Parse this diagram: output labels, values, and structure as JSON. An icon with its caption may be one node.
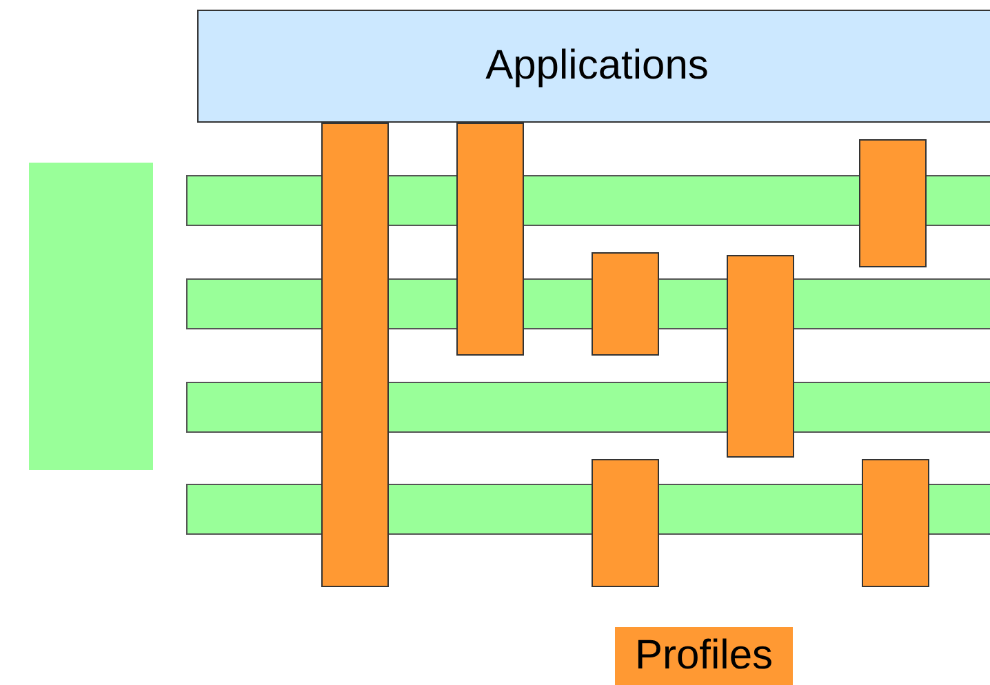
{
  "diagram": {
    "nodes": [
      {
        "text": [
          "Applications"
        ]
      },
      {
        "text": [],
        "shape": "box"
      },
      {
        "text": [],
        "shape": "box"
      },
      {
        "text": [],
        "shape": "box"
      },
      {
        "text": [],
        "shape": "box"
      },
      {
        "text": [],
        "shape": "box"
      },
      {
        "text": [],
        "shape": "box"
      },
      {
        "text": [],
        "shape": "box"
      },
      {
        "text": [],
        "shape": "box"
      },
      {
        "text": [],
        "shape": "box"
      },
      {
        "text": [],
        "shape": "box"
      },
      {
        "text": [],
        "shape": "box"
      },
      {
        "text": [],
        "shape": "box"
      },
      {
        "text": [
          "Profiles"
        ]
      }
    ]
  }
}
